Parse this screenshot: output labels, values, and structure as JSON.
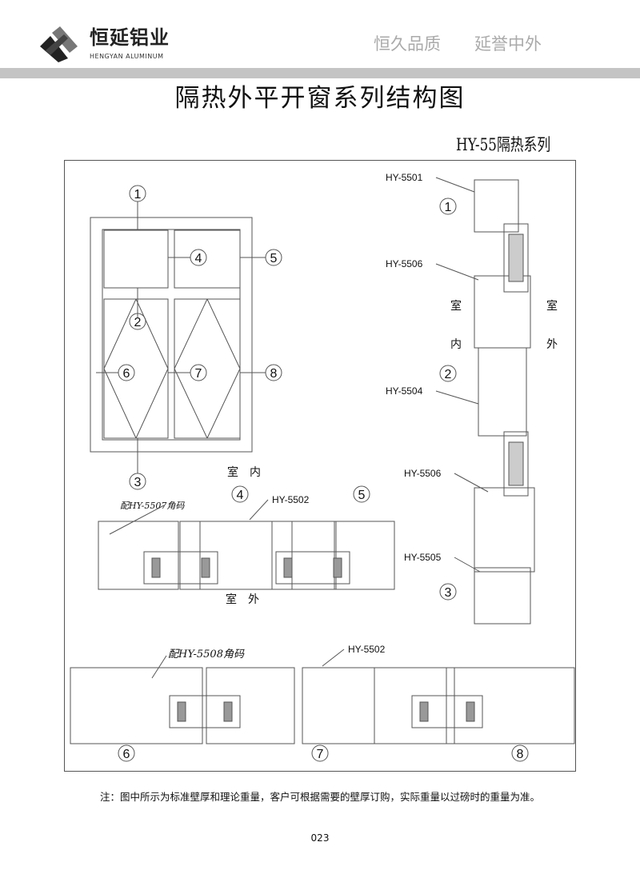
{
  "header": {
    "brand": "恒延铝业",
    "brand_en": "HENGYAN ALUMINUM",
    "slogan_1": "恒久品质",
    "slogan_2": "延誉中外"
  },
  "title": "隔热外平开窗系列结构图",
  "subtitle": "HY-55隔热系列",
  "window_diagram": {
    "markers": [
      "1",
      "2",
      "3",
      "4",
      "5",
      "6",
      "7",
      "8"
    ]
  },
  "vertical_section": {
    "markers": [
      "1",
      "2",
      "3"
    ],
    "labels": [
      "HY-5501",
      "HY-5506",
      "HY-5504",
      "HY-5506",
      "HY-5505"
    ],
    "indoor": [
      "室",
      "内"
    ],
    "outdoor": [
      "室",
      "外"
    ]
  },
  "horizontal_section_top": {
    "markers": [
      "4",
      "5"
    ],
    "indoor": "室　内",
    "outdoor": "室　外",
    "label": "HY-5502",
    "corner_note": "配HY-5507角码"
  },
  "horizontal_section_bottom": {
    "markers": [
      "6",
      "7",
      "8"
    ],
    "label": "HY-5502",
    "corner_note": "配HY-5508角码"
  },
  "footnote": "注：图中所示为标准壁厚和理论重量，客户可根据需要的壁厚订购，实际重量以过磅时的重量为准。",
  "page_number": "023"
}
